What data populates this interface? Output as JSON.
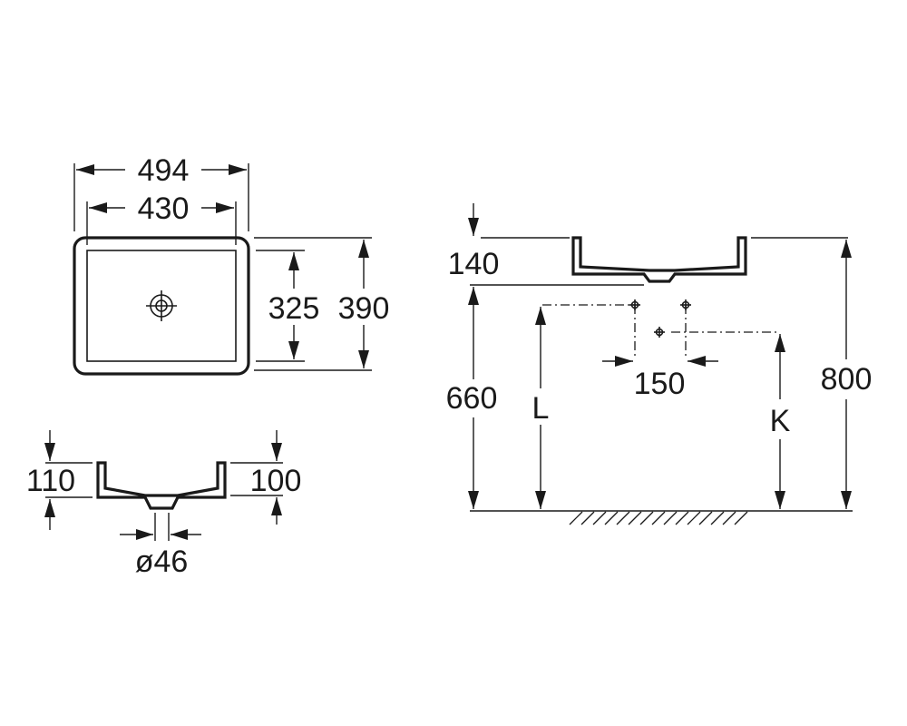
{
  "dimensions": {
    "width_overall": "494",
    "width_inner": "430",
    "depth_inner": "325",
    "depth_overall": "390",
    "height_overall": "110",
    "height_inner": "100",
    "drain": "ø46",
    "basin_height": "140",
    "counter_height": "660",
    "mixer_spacing": "150",
    "total_height": "800",
    "label_l": "L",
    "label_k": "K"
  }
}
